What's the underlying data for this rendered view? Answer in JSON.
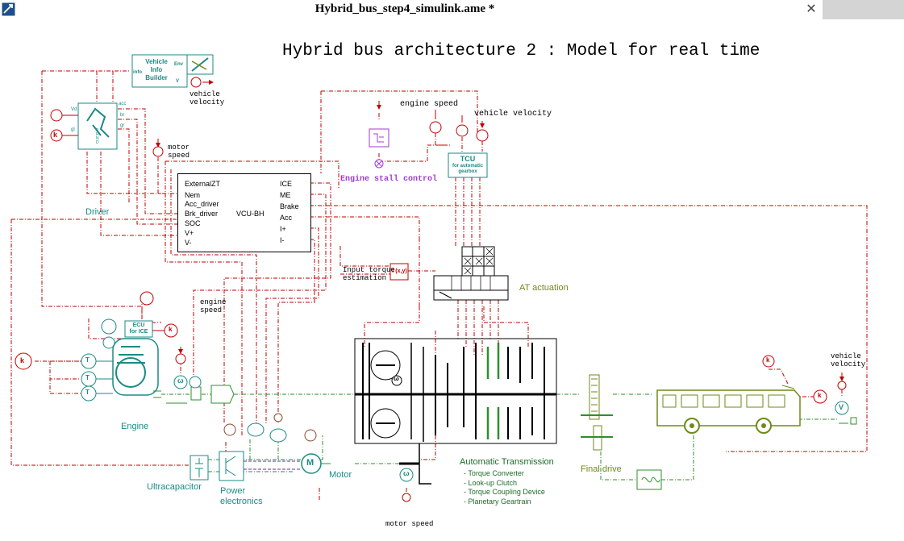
{
  "window": {
    "title": "Hybrid_bus_step4_simulink.ame *",
    "close_symbol": "✕"
  },
  "diagram": {
    "title": "Hybrid bus architecture 2 : Model for real time"
  },
  "vcu": {
    "name": "VCU-BH",
    "inputs": [
      "ExternalZT",
      "Nem",
      "Acc_driver",
      "Brk_driver",
      "SOC",
      "V+",
      "V-"
    ],
    "outputs": [
      "ICE",
      "ME",
      "Brake",
      "Acc",
      "I+",
      "I-"
    ]
  },
  "labels": {
    "vehicle_velocity_top": "vehicle\nvelocity",
    "motor_speed_top": "motor\nspeed",
    "engine_speed_mid": "engine\nspeed",
    "engine_speed_top": "engine speed",
    "vehicle_velocity_right": "vehicle velocity",
    "engine_stall_control": "Engine stall control",
    "input_torque_estimation": "Input torque\nestimation",
    "at_actuation": "AT actuation",
    "driver": "Driver",
    "engine": "Engine",
    "ultracapacitor": "Ultracapacitor",
    "power_electronics": "Power\nelectronics",
    "motor": "Motor",
    "final_drive": "Final drive",
    "vehicle_velocity_bus": "vehicle\nvelocity",
    "motor_speed_bottom": "motor speed"
  },
  "automatic_transmission": {
    "title": "Automatic Transmission",
    "items": [
      "- Torque Converter",
      "- Look-up Clutch",
      "- Torque Coupling Device",
      "- Planetary Geartrain"
    ]
  },
  "blocks": {
    "vehicle_info_builder": "Vehicle\nInfo\nBuilder",
    "vib_port_env": "Env",
    "vib_port_info": "info",
    "vib_port_vv": "V",
    "tcu": "TCU",
    "tcu_sub": "for automatic\ngearbox",
    "ecu": "ECU\nfor ICE",
    "fxy": "f (x,y)",
    "driver_port_acc": "acc",
    "driver_port_br": "br",
    "driver_port_gr": "gr",
    "driver_port_vd": "Vd",
    "driver_port_gl": "gl",
    "driver_prnd": "P\nR\nN\nD",
    "k_symbol": "k",
    "t_symbol": "T",
    "omega_symbol": "ω",
    "motor_symbol": "M",
    "v_symbol": "V"
  },
  "colors": {
    "signal_red": "#c00000",
    "mech_green": "#2d8f2d",
    "teal": "#1b8a84",
    "olive": "#6e8a1a",
    "purple": "#a23ad6"
  }
}
